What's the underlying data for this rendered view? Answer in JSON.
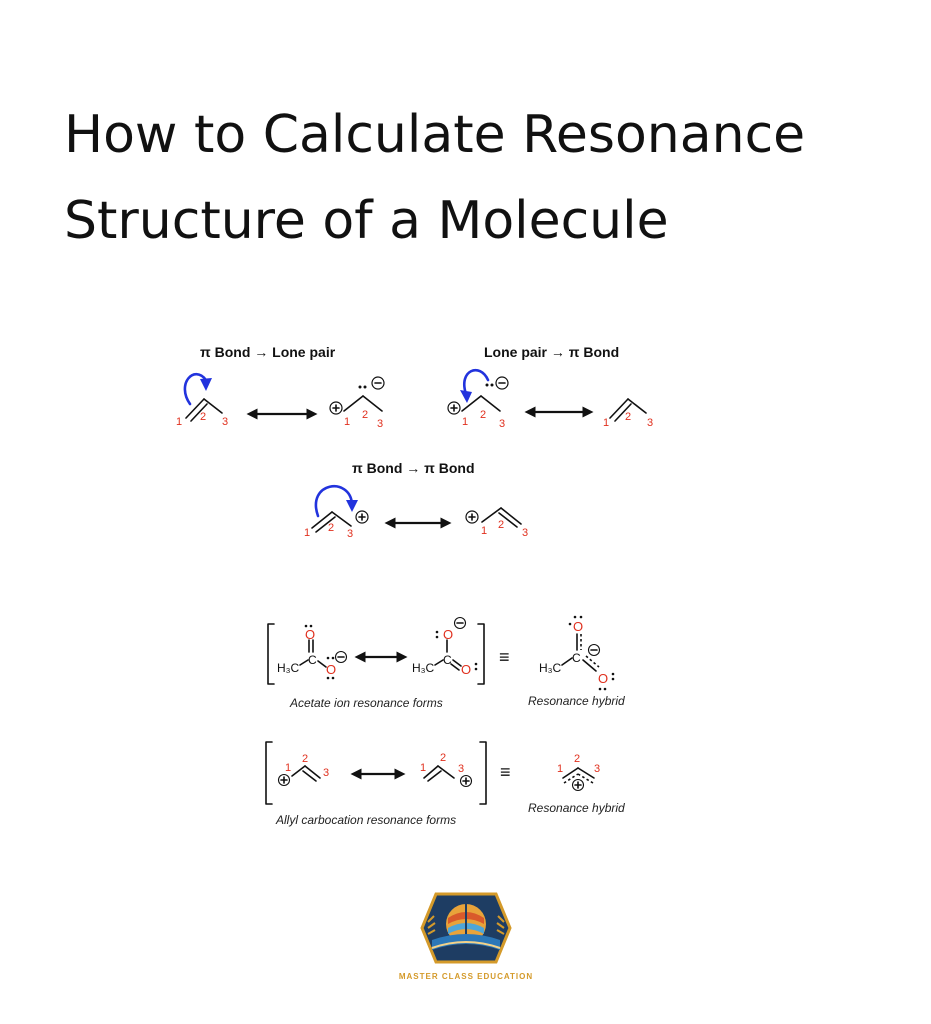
{
  "title": {
    "line1": "How to Calculate Resonance",
    "line2": "Structure of a Molecule"
  },
  "diagram": {
    "header_pi_to_lone": "π Bond → Lone pair",
    "header_lone_to_pi": "Lone pair → π Bond",
    "header_pi_to_pi": "π Bond → π Bond",
    "acetate_caption": "Acetate ion resonance forms",
    "acetate_hybrid_caption": "Resonance hybrid",
    "allyl_caption": "Allyl carbocation resonance forms",
    "allyl_hybrid_caption": "Resonance hybrid",
    "atom_numbers": [
      "1",
      "2",
      "3"
    ],
    "methyl_label": "H₃C",
    "carbon_label": "C",
    "oxygen_label": "O",
    "equivalent_symbol": "≡"
  },
  "brand": {
    "name": "MASTER CLASS EDUCATION"
  },
  "colors": {
    "arrow_blue": "#2233dd",
    "numbering_red": "#e0301e",
    "brand_gold": "#d49a2a"
  }
}
